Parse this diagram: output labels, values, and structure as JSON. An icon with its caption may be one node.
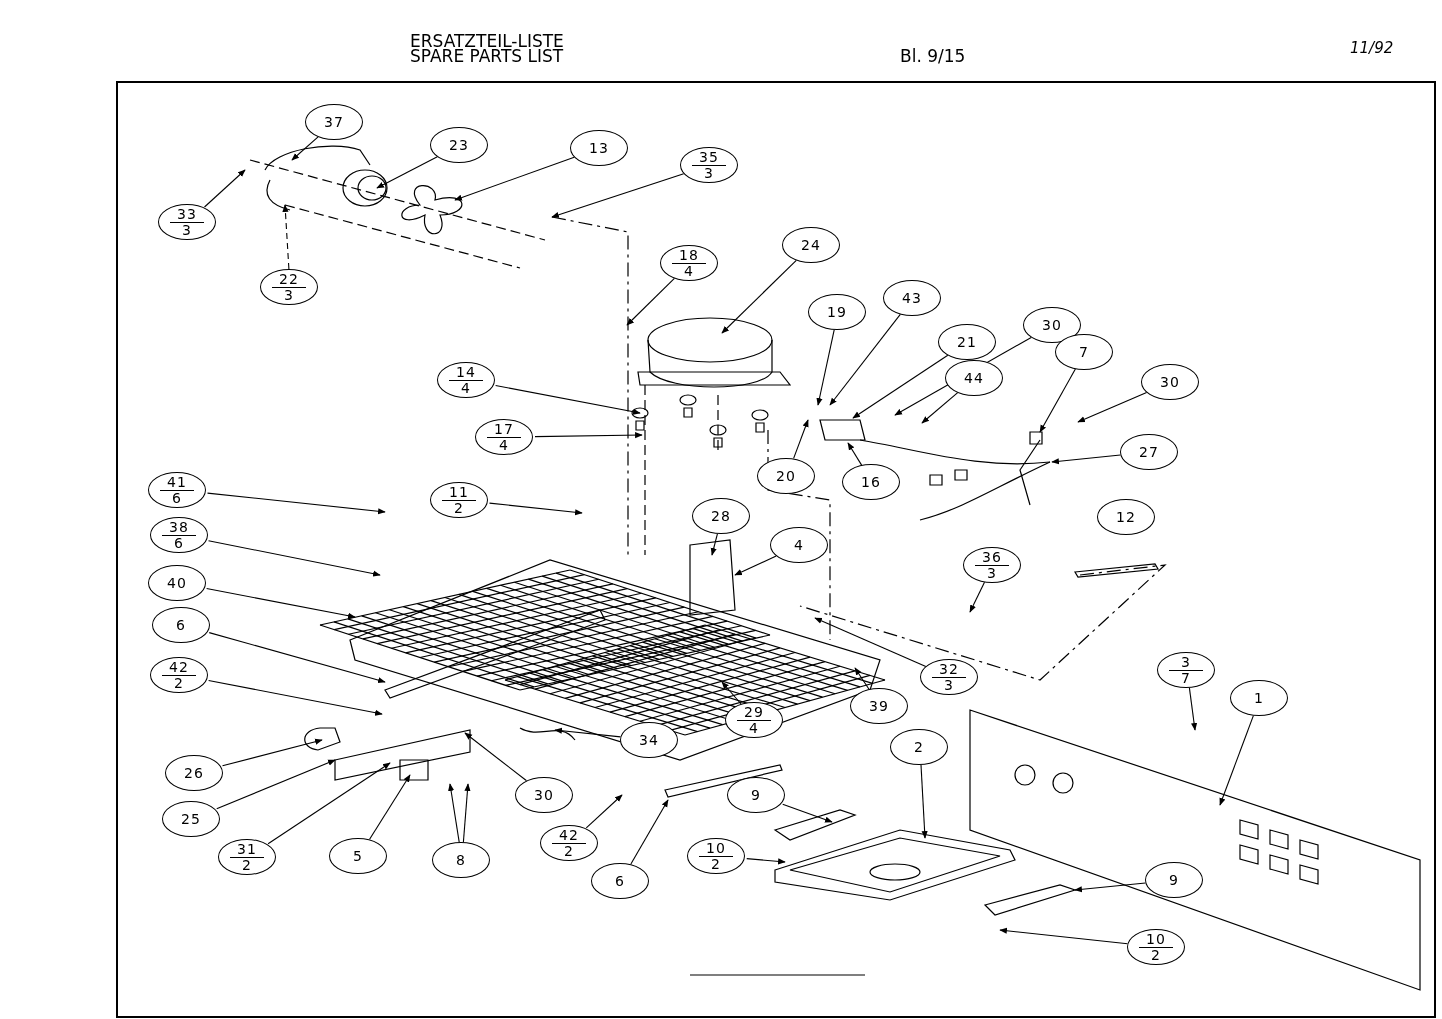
{
  "diagram": {
    "nodes": [
      {
        "text": [
          "37"
        ]
      },
      {
        "text": [
          "23"
        ]
      },
      {
        "text": [
          "13"
        ]
      },
      {
        "text": [
          "35",
          "3"
        ]
      },
      {
        "text": [
          "33",
          "3"
        ]
      },
      {
        "text": [
          "22",
          "3"
        ]
      },
      {
        "text": [
          "24"
        ]
      },
      {
        "text": [
          "18",
          "4"
        ]
      },
      {
        "text": [
          "19"
        ]
      },
      {
        "text": [
          "43"
        ]
      },
      {
        "text": [
          "21"
        ]
      },
      {
        "text": [
          "30"
        ]
      },
      {
        "text": [
          "44"
        ]
      },
      {
        "text": [
          "7"
        ]
      },
      {
        "text": [
          "30"
        ]
      },
      {
        "text": [
          "14",
          "4"
        ]
      },
      {
        "text": [
          "17",
          "4"
        ]
      },
      {
        "text": [
          "27"
        ]
      },
      {
        "text": [
          "20"
        ]
      },
      {
        "text": [
          "16"
        ]
      },
      {
        "text": [
          "41",
          "6"
        ]
      },
      {
        "text": [
          "11",
          "2"
        ]
      },
      {
        "text": [
          "38",
          "6"
        ]
      },
      {
        "text": [
          "28"
        ]
      },
      {
        "text": [
          "12"
        ]
      },
      {
        "text": [
          "4"
        ]
      },
      {
        "text": [
          "40"
        ]
      },
      {
        "text": [
          "36",
          "3"
        ]
      },
      {
        "text": [
          "6"
        ]
      },
      {
        "text": [
          "42",
          "2"
        ]
      },
      {
        "text": [
          "32",
          "3"
        ]
      },
      {
        "text": [
          "39"
        ]
      },
      {
        "text": [
          "29",
          "4"
        ]
      },
      {
        "text": [
          "3",
          "7"
        ]
      },
      {
        "text": [
          "1"
        ]
      },
      {
        "text": [
          "34"
        ]
      },
      {
        "text": [
          "30"
        ]
      },
      {
        "text": [
          "26"
        ]
      },
      {
        "text": [
          "2"
        ]
      },
      {
        "text": [
          "9"
        ]
      },
      {
        "text": [
          "25"
        ]
      },
      {
        "text": [
          "31",
          "2"
        ]
      },
      {
        "text": [
          "5"
        ]
      },
      {
        "text": [
          "8"
        ]
      },
      {
        "text": [
          "42",
          "2"
        ]
      },
      {
        "text": [
          "6"
        ]
      },
      {
        "text": [
          "10",
          "2"
        ]
      },
      {
        "text": [
          "9"
        ]
      },
      {
        "text": [
          "10",
          "2"
        ]
      }
    ],
    "edges": [
      {
        "from": 0,
        "to": null,
        "arrow": "to"
      },
      {
        "from": 1,
        "to": null,
        "arrow": "to"
      },
      {
        "from": 2,
        "to": null,
        "arrow": "to"
      },
      {
        "from": 3,
        "to": null,
        "arrow": "to"
      },
      {
        "from": 4,
        "to": null,
        "arrow": "to"
      },
      {
        "from": 5,
        "to": null,
        "arrow": "to",
        "style": "dashed"
      },
      {
        "from": 6,
        "to": null,
        "arrow": "to"
      },
      {
        "from": 7,
        "to": null,
        "arrow": "to"
      },
      {
        "from": 8,
        "to": null,
        "arrow": "to"
      },
      {
        "from": 9,
        "to": null,
        "arrow": "to"
      },
      {
        "from": 10,
        "to": null,
        "arrow": "to"
      },
      {
        "from": 11,
        "to": null,
        "arrow": "to"
      },
      {
        "from": 12,
        "to": null,
        "arrow": "to"
      },
      {
        "from": 13,
        "to": null,
        "arrow": "to"
      },
      {
        "from": 14,
        "to": null,
        "arrow": "to"
      },
      {
        "from": 15,
        "to": null,
        "arrow": "to"
      },
      {
        "from": 16,
        "to": null,
        "arrow": "to"
      },
      {
        "from": 17,
        "to": null,
        "arrow": "to"
      },
      {
        "from": 18,
        "to": null,
        "arrow": "to"
      },
      {
        "from": 19,
        "to": null,
        "arrow": "to"
      },
      {
        "from": 20,
        "to": null,
        "arrow": "to"
      },
      {
        "from": 21,
        "to": null,
        "arrow": "to"
      },
      {
        "from": 22,
        "to": null,
        "arrow": "to"
      },
      {
        "from": 23,
        "to": null,
        "arrow": "to"
      },
      {
        "from": 25,
        "to": null,
        "arrow": "to"
      },
      {
        "from": 26,
        "to": null,
        "arrow": "to"
      },
      {
        "from": 27,
        "to": null,
        "arrow": "to"
      },
      {
        "from": 28,
        "to": null,
        "arrow": "to"
      },
      {
        "from": 29,
        "to": null,
        "arrow": "to"
      },
      {
        "from": 30,
        "to": null,
        "arrow": "to"
      },
      {
        "from": 31,
        "to": null,
        "arrow": "to"
      },
      {
        "from": 32,
        "to": null,
        "arrow": "to"
      },
      {
        "from": 33,
        "to": null,
        "arrow": "to"
      },
      {
        "from": 34,
        "to": null,
        "arrow": "to"
      },
      {
        "from": 35,
        "to": null,
        "arrow": "to"
      },
      {
        "from": 36,
        "to": null,
        "arrow": "to"
      },
      {
        "from": 37,
        "to": null,
        "arrow": "to"
      },
      {
        "from": 38,
        "to": null,
        "arrow": "to"
      },
      {
        "from": 39,
        "to": null,
        "arrow": "to"
      },
      {
        "from": 40,
        "to": null,
        "arrow": "to"
      },
      {
        "from": 41,
        "to": null,
        "arrow": "to"
      },
      {
        "from": 42,
        "to": null,
        "arrow": "to"
      },
      {
        "from": 43,
        "to": null,
        "arrow": "to"
      },
      {
        "from": 43,
        "to": null,
        "arrow": "to"
      },
      {
        "from": 44,
        "to": null,
        "arrow": "to"
      },
      {
        "from": 45,
        "to": null,
        "arrow": "to"
      },
      {
        "from": 46,
        "to": null,
        "arrow": "to"
      },
      {
        "from": 47,
        "to": null,
        "arrow": "to"
      },
      {
        "from": 48,
        "to": null,
        "arrow": "to"
      }
    ],
    "labels": [
      "ERSATZTEIL-LISTE",
      "SPARE PARTS LIST",
      "Bl. 9/15",
      "11/92"
    ]
  }
}
